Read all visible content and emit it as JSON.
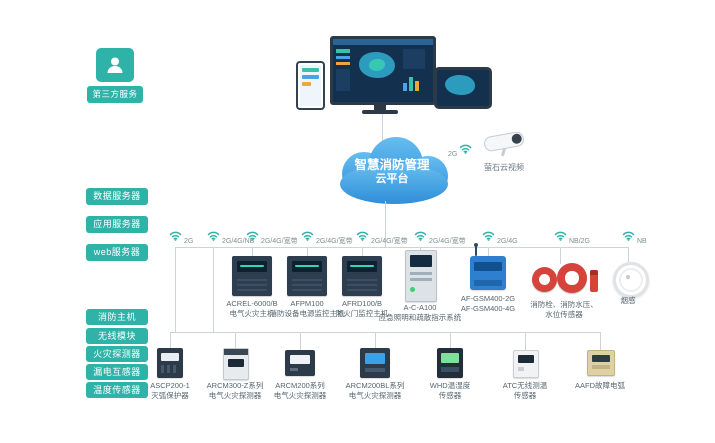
{
  "palette": {
    "teal": "#2fb3a9",
    "cloud_blue": "#2e8ed8",
    "line_gray": "#ccd4da",
    "navy": "#2d3e50",
    "alarm_red": "#d6433a",
    "module_blue": "#2e7fd0"
  },
  "third_party": {
    "label": "第三方服务"
  },
  "cloud": {
    "title_line1": "智慧消防管理",
    "title_line2": "云平台"
  },
  "camera": {
    "network": "2G",
    "label": "萤石云视频"
  },
  "servers": {
    "items": [
      {
        "label": "数据服务器"
      },
      {
        "label": "应用服务器"
      },
      {
        "label": "web服务器"
      }
    ]
  },
  "modules": {
    "items": [
      {
        "label": "消防主机"
      },
      {
        "label": "无线模块"
      },
      {
        "label": "火灾探测器"
      },
      {
        "label": "漏电互感器"
      },
      {
        "label": "温度传感器"
      }
    ]
  },
  "networks": {
    "items": [
      {
        "label": "2G"
      },
      {
        "label": "2G/4G/NB"
      },
      {
        "label": "2G/4G/宽带"
      },
      {
        "label": "2G/4G/宽带"
      },
      {
        "label": "2G/4G/宽带"
      },
      {
        "label": "2G/4G/宽带"
      },
      {
        "label": "2G/4G"
      },
      {
        "label": "NB/2G"
      },
      {
        "label": "NB"
      }
    ]
  },
  "middle_devices": {
    "items": [
      {
        "line1": "ACREL-6000/B",
        "line2": "电气火灾主机"
      },
      {
        "line1": "AFPM100",
        "line2": "消防设备电源监控主机"
      },
      {
        "line1": "AFRD100/B",
        "line2": "防火门监控主机"
      },
      {
        "line1": "A-C-A100",
        "line2": "应急照明和疏散指示系统"
      },
      {
        "line1": "AF-GSM400-2G",
        "line2": "AF-GSM400-4G"
      },
      {
        "line1": "消防栓、消防水压、",
        "line2": "水位传感器"
      },
      {
        "line1": "烟感",
        "line2": ""
      }
    ]
  },
  "bottom_devices": {
    "items": [
      {
        "line1": "ASCP200-1",
        "line2": "灭弧保护器"
      },
      {
        "line1": "ARCM300-Z系列",
        "line2": "电气火灾探测器"
      },
      {
        "line1": "ARCM200系列",
        "line2": "电气火灾探测器"
      },
      {
        "line1": "ARCM200BL系列",
        "line2": "电气火灾探测器"
      },
      {
        "line1": "WHD温湿度",
        "line2": "传感器"
      },
      {
        "line1": "ATC无线测温",
        "line2": "传感器"
      },
      {
        "line1": "AAFD故障电弧",
        "line2": ""
      }
    ]
  }
}
